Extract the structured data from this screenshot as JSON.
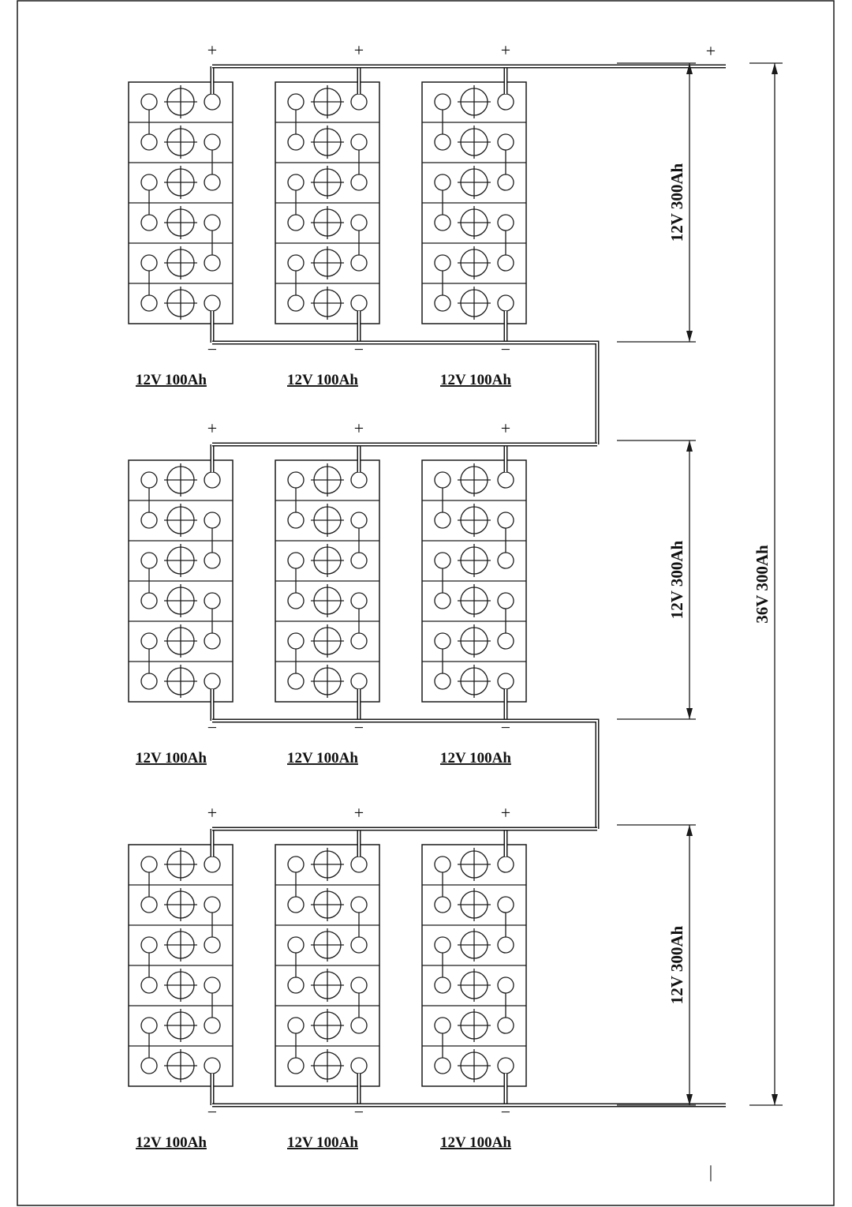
{
  "diagram": {
    "colors": {
      "stroke": "#1a1a1a",
      "background": "#ffffff"
    },
    "battery_label": "12V 100Ah",
    "positive_sign": "+",
    "negative_sign": "−",
    "bank_label": "12V 300Ah",
    "total_label": "36V 300Ah",
    "rows": [
      {
        "batteries": [
          {
            "label": "12V 100Ah",
            "plus": "+",
            "minus": "−"
          },
          {
            "label": "12V 100Ah",
            "plus": "+",
            "minus": "−"
          },
          {
            "label": "12V 100Ah",
            "plus": "+",
            "minus": "−"
          }
        ],
        "bank_label": "12V 300Ah"
      },
      {
        "batteries": [
          {
            "label": "12V 100Ah",
            "plus": "+",
            "minus": "−"
          },
          {
            "label": "12V 100Ah",
            "plus": "+",
            "minus": "−"
          },
          {
            "label": "12V 100Ah",
            "plus": "+",
            "minus": "−"
          }
        ],
        "bank_label": "12V 300Ah"
      },
      {
        "batteries": [
          {
            "label": "12V 100Ah",
            "plus": "+",
            "minus": "−"
          },
          {
            "label": "12V 100Ah",
            "plus": "+",
            "minus": "−"
          },
          {
            "label": "12V 100Ah",
            "plus": "+",
            "minus": "−"
          }
        ],
        "bank_label": "12V 300Ah"
      }
    ],
    "output_plus": "+",
    "output_minus": "|"
  }
}
